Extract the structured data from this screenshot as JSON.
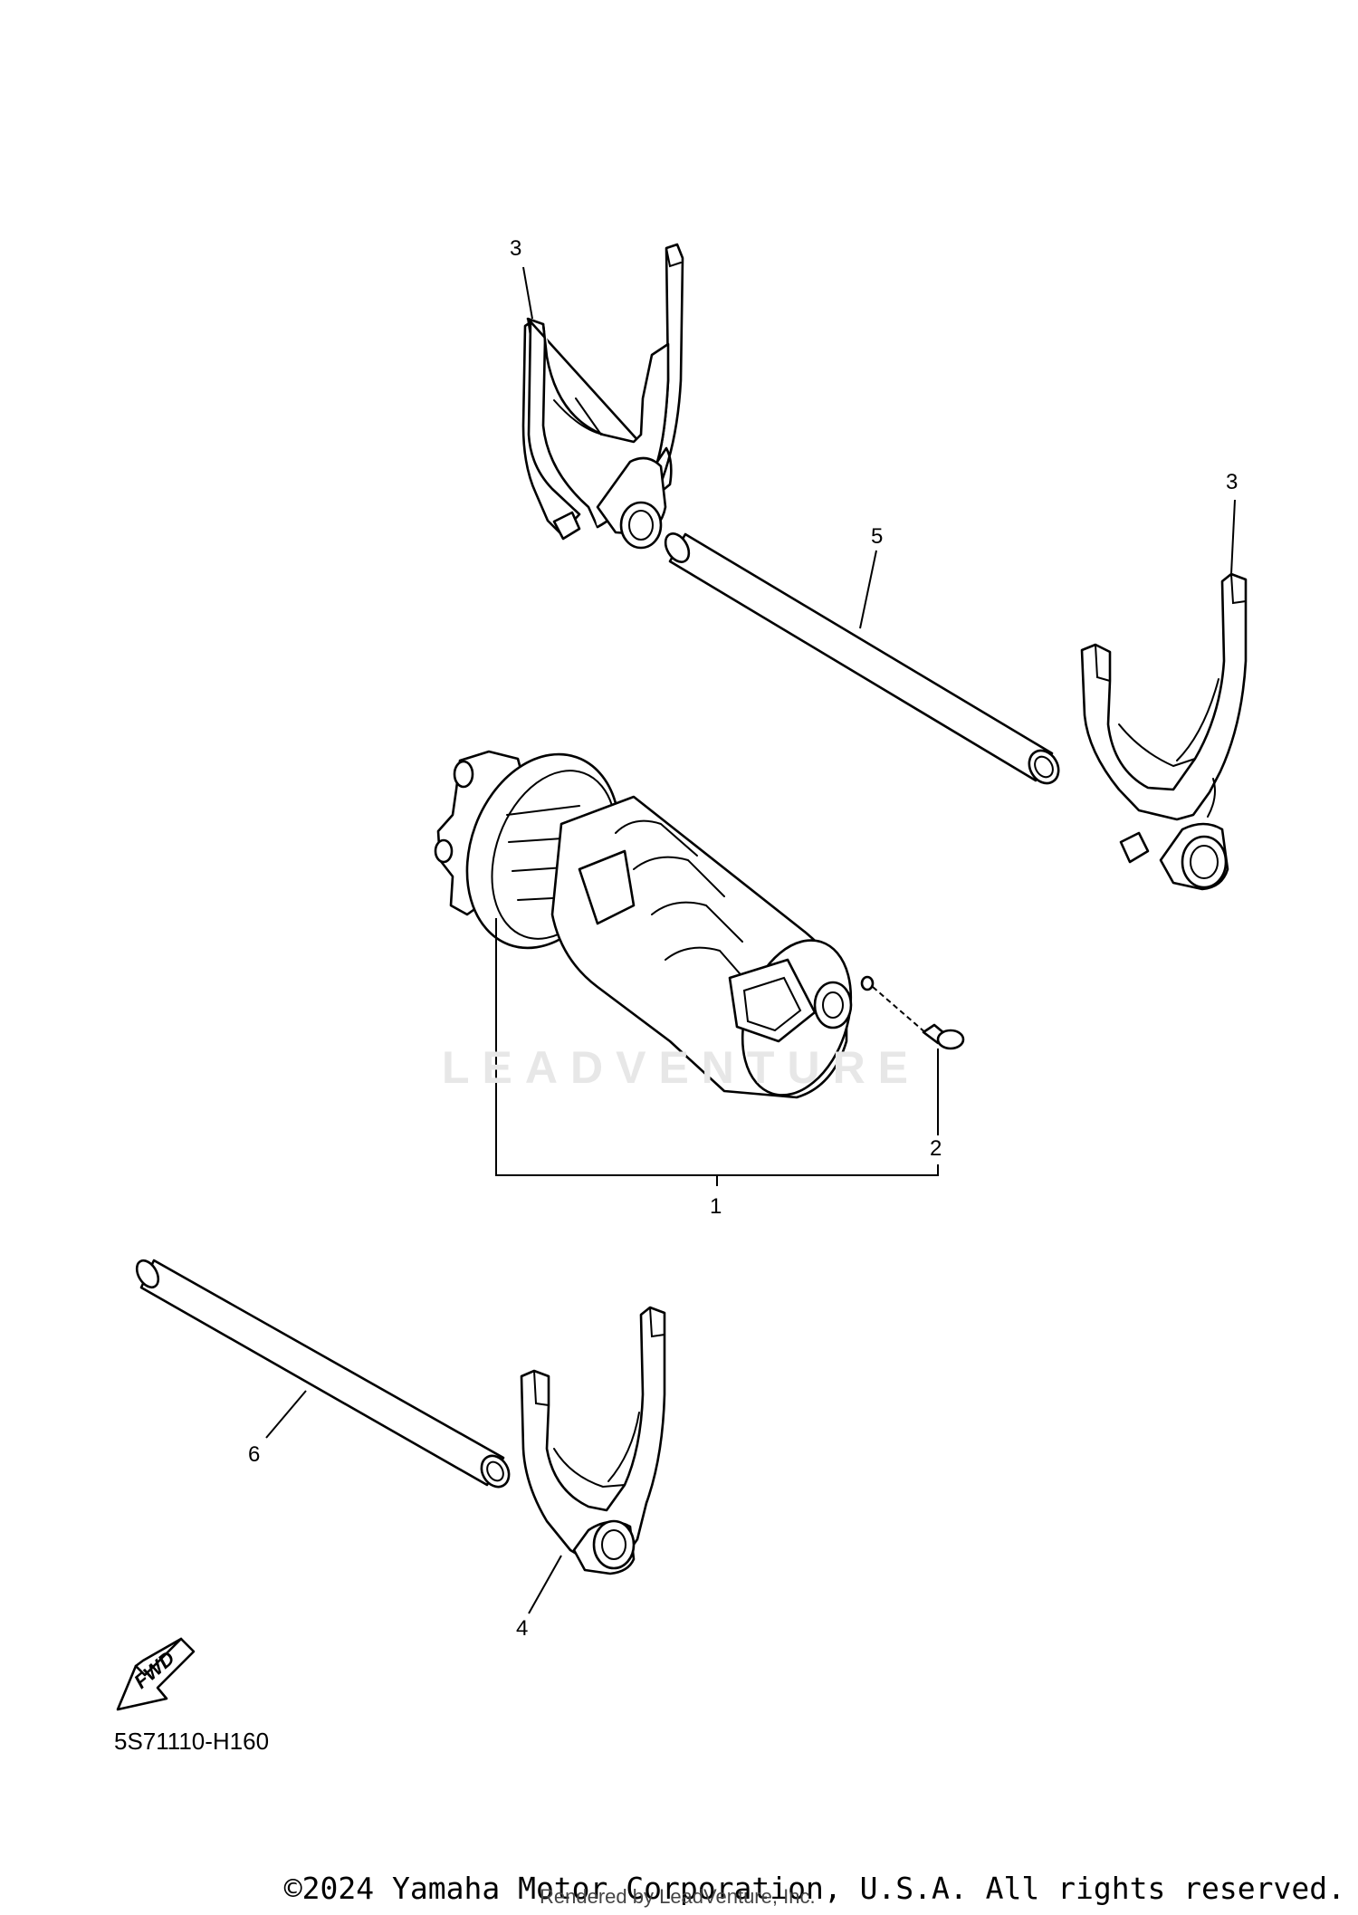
{
  "diagram": {
    "callouts": [
      {
        "id": "fork-top",
        "label": "3"
      },
      {
        "id": "fork-right",
        "label": "3"
      },
      {
        "id": "shaft-upper",
        "label": "5"
      },
      {
        "id": "pin",
        "label": "2"
      },
      {
        "id": "drum-assembly",
        "label": "1"
      },
      {
        "id": "shaft-lower",
        "label": "6"
      },
      {
        "id": "fork-lower",
        "label": "4"
      }
    ],
    "fwd_label": "FWD",
    "diagram_code": "5S71110-H160",
    "watermark": "LEADVENTURE"
  },
  "footer": {
    "copyright": "©2024 Yamaha Motor Corporation, U.S.A. All rights reserved.",
    "rendered_by": "Rendered by LeadVenture, Inc."
  }
}
